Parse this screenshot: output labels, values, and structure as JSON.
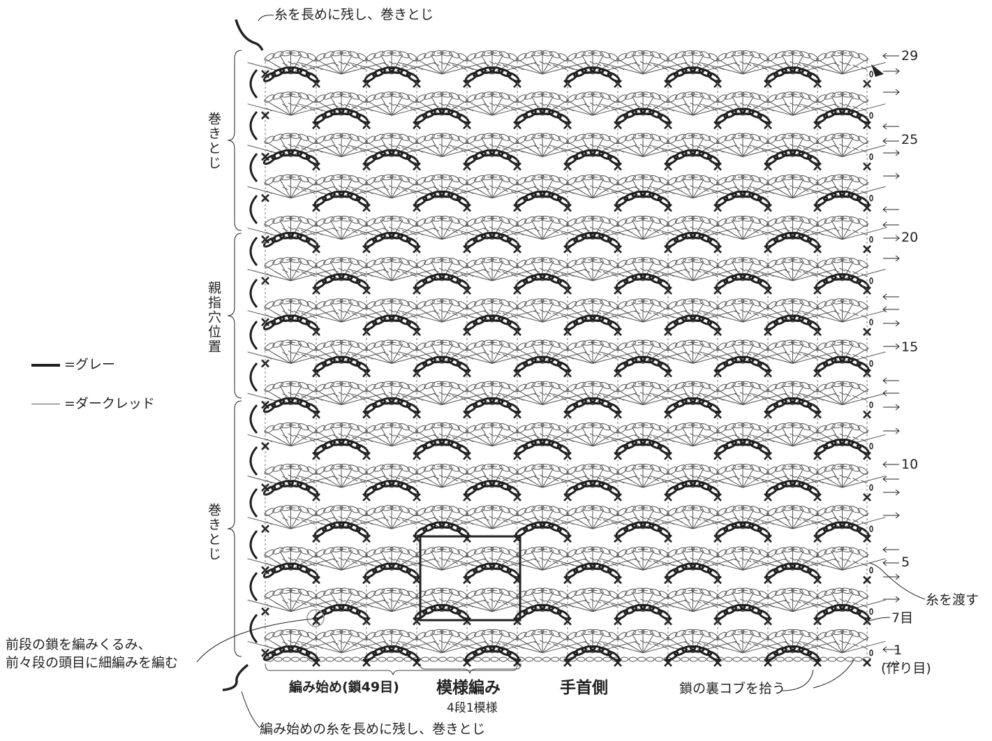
{
  "top_note": "糸を長めに残し、巻きとじ",
  "bottom_note": "編み始めの糸を長めに残し、巻きとじ",
  "side_labels": {
    "upper": "巻きとじ",
    "middle": "親指穴位置",
    "lower": "巻きとじ"
  },
  "legend": [
    {
      "text": "=グレー",
      "color": "#1e1e1e",
      "style": "thick"
    },
    {
      "text": "=ダークレッド",
      "color": "#666666",
      "style": "thin"
    }
  ],
  "left_note": [
    "前段の鎖を編みくるみ、",
    "前々段の頭目に細編みを編む"
  ],
  "bottom_labels": {
    "start": "編み始め(鎖49目)",
    "pattern": "模様編み",
    "pattern_sub": "4段1模様",
    "wrist": "手首側",
    "pickup": "鎖の裏コブを拾う"
  },
  "right_notes": {
    "carry": "糸を渡す",
    "seventh": "7目",
    "foundation": "(作り目)"
  },
  "row_numbers": [
    "29",
    "25",
    "20",
    "15",
    "10",
    "5",
    "1"
  ],
  "colors": {
    "gray": "#1e1e1e",
    "darkred": "#555555",
    "ink": "#222222"
  }
}
